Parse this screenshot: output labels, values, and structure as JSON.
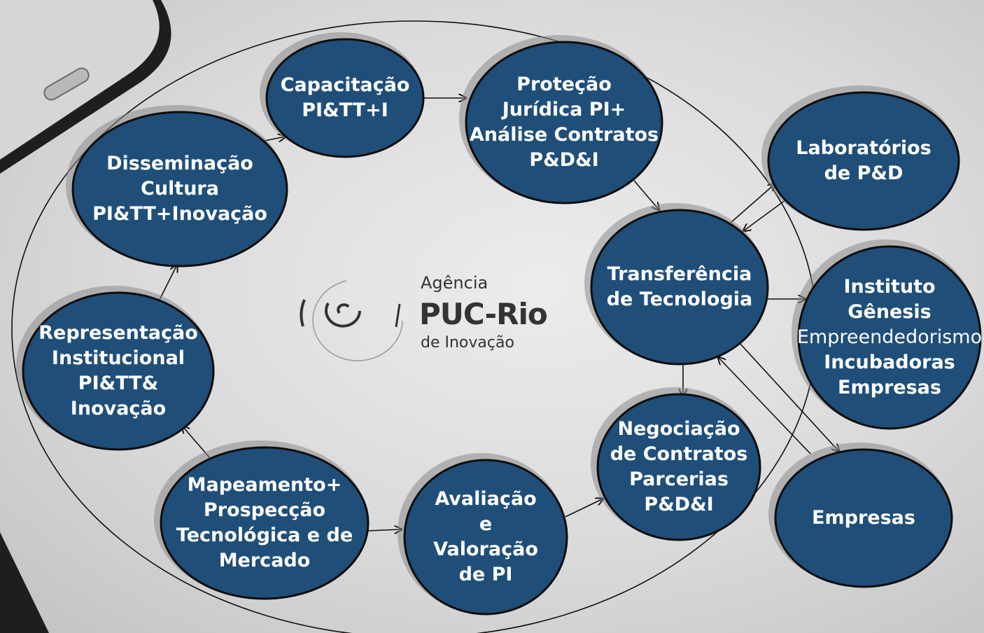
{
  "colors": {
    "node_fill": "#1f4e79",
    "node_stroke": "#0d0d0d",
    "node_shadow": "#8a8a8a",
    "text": "#ffffff",
    "line": "#111111"
  },
  "logo": {
    "line1": "Agência",
    "line2": "PUC-Rio",
    "line3": "de Inovação"
  },
  "nodes": {
    "capacitacao": {
      "lines": [
        "Capacitação",
        "PI&TT+I"
      ]
    },
    "protecao": {
      "lines": [
        "Proteção",
        "Jurídica PI+",
        "Análise Contratos",
        "P&D&I"
      ]
    },
    "disseminacao": {
      "lines": [
        "Disseminação",
        "Cultura",
        "PI&TT+Inovação"
      ]
    },
    "laboratorios": {
      "lines": [
        "Laboratórios",
        "de P&D"
      ]
    },
    "transferencia": {
      "lines": [
        "Transferência",
        "de Tecnologia"
      ]
    },
    "genesis": {
      "lines": [
        "Instituto",
        "Gênesis",
        "Empreendedorismo",
        "Incubadoras",
        "Empresas"
      ]
    },
    "representacao": {
      "lines": [
        "Representação",
        "Institucional",
        "PI&TT&",
        "Inovação"
      ]
    },
    "mapeamento": {
      "lines": [
        "Mapeamento+",
        "Prospecção",
        "Tecnológica e de",
        "Mercado"
      ]
    },
    "avaliacao": {
      "lines": [
        "Avaliação",
        "e",
        "Valoração",
        "de PI"
      ]
    },
    "negociacao": {
      "lines": [
        "Negociação",
        "de Contratos",
        "Parcerias",
        "P&D&I"
      ]
    },
    "empresas": {
      "lines": [
        "Empresas"
      ]
    }
  }
}
